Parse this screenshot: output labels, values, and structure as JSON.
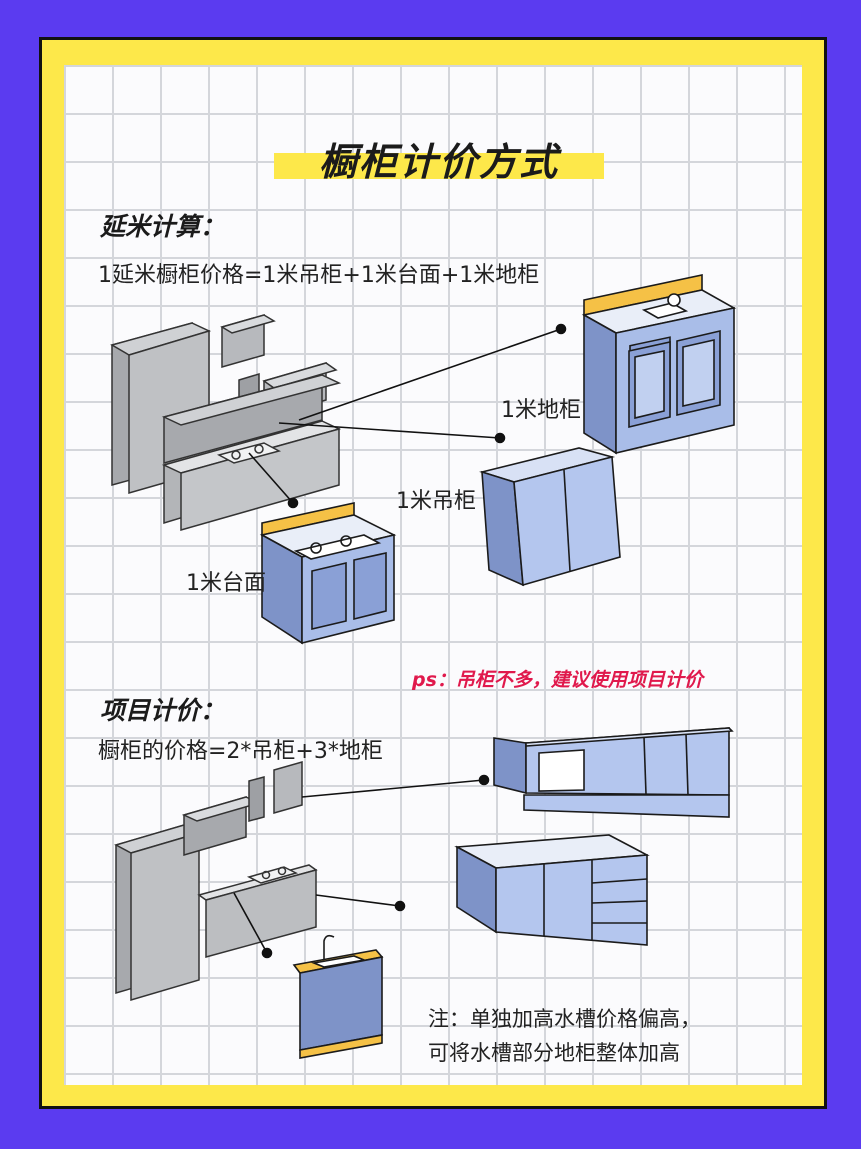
{
  "title": "橱柜计价方式",
  "section1": {
    "heading": "延米计算：",
    "formula": "1延米橱柜价格=1米吊柜+1米台面+1米地柜",
    "labels": {
      "base": "1米地柜",
      "wall": "1米吊柜",
      "counter": "1米台面"
    }
  },
  "ps_note": "ps：吊柜不多，建议使用项目计价",
  "section2": {
    "heading": "项目计价：",
    "formula": "橱柜的价格=2*吊柜+3*地柜",
    "note_line1": "注：单独加高水槽价格偏高，",
    "note_line2": "可将水槽部分地柜整体加高"
  },
  "colors": {
    "background": "#5b3bf0",
    "frame": "#fde84a",
    "cabinet_blue": "#a9bde8",
    "cabinet_gray": "#a7a9ad",
    "accent_red": "#e0194c"
  }
}
